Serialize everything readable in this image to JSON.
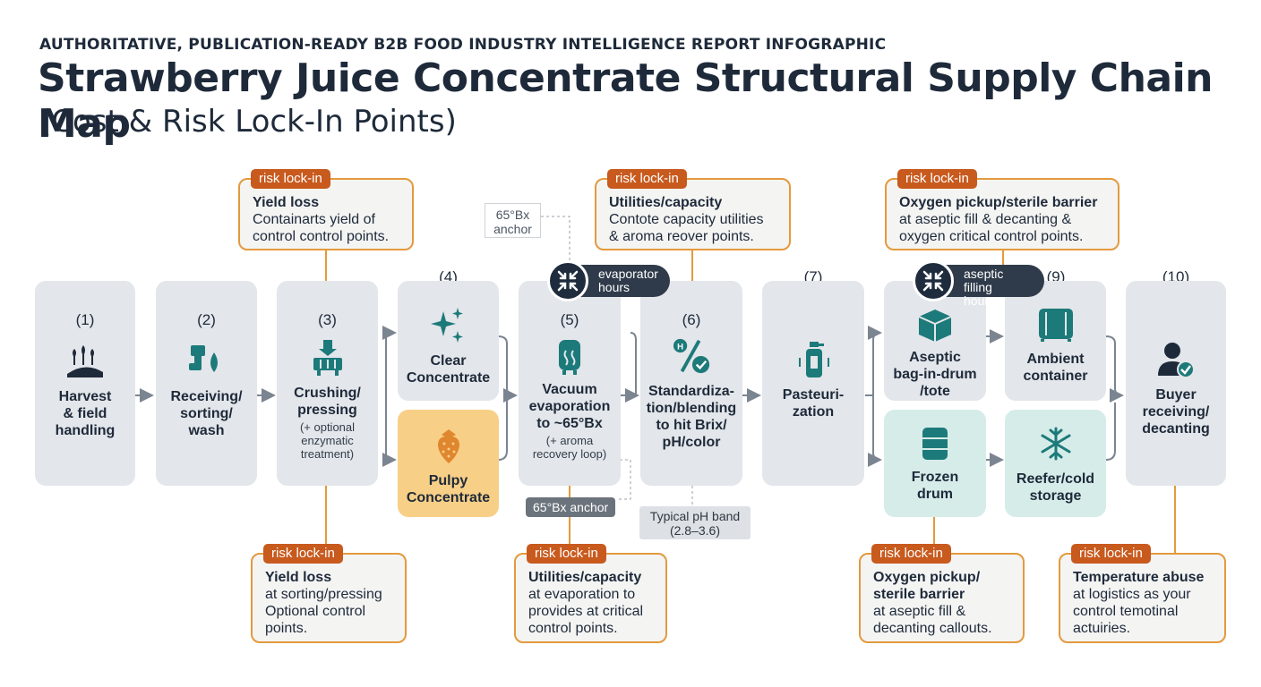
{
  "header": {
    "supertitle": "AUTHORITATIVE, PUBLICATION-READY B2B FOOD INDUSTRY INTELLIGENCE REPORT INFOGRAPHIC",
    "title": "Strawberry Juice Concentrate Structural Supply Chain Map",
    "subtitle": "(Cost & Risk Lock-In Points)"
  },
  "stages": [
    {
      "num": "(1)",
      "label": "Harvest\n& field\nhandling",
      "icon": "crop-field-icon"
    },
    {
      "num": "(2)",
      "label": "Receiving/\nsorting/\nwash",
      "icon": "wash-drop-icon"
    },
    {
      "num": "(3)",
      "label": "Crushing/\npressing",
      "note": "(+ optional\nenzymatic\ntreatment)",
      "icon": "press-icon"
    },
    {
      "num": "(4)",
      "label": "Clear\nConcentrate",
      "icon": "sparkle-icon"
    },
    {
      "label": "Pulpy\nConcentrate",
      "icon": "strawberry-icon"
    },
    {
      "num": "(5)",
      "label": "Vacuum\nevaporation\nto ~65°Bx",
      "note": "(+ aroma\nrecovery loop)",
      "icon": "evaporator-icon"
    },
    {
      "num": "(6)",
      "label": "Standardiza-\ntion/blending\nto hit Brix/\npH/color",
      "icon": "percent-check-icon"
    },
    {
      "num": "(7)",
      "label": "Pasteuri-\nzation",
      "icon": "bottle-icon"
    },
    {
      "label": "Aseptic\nbag-in-drum\n/tote",
      "icon": "box-icon"
    },
    {
      "label": "Frozen\ndrum",
      "icon": "drum-icon"
    },
    {
      "num": "(9)",
      "label": "Ambient\ncontainer",
      "icon": "container-icon"
    },
    {
      "label": "Reefer/cold\nstorage",
      "icon": "snowflake-icon"
    },
    {
      "num": "(10)",
      "label": "Buyer\nreceiving/\ndecanting",
      "icon": "user-check-icon"
    }
  ],
  "callouts": [
    {
      "tag": "risk lock-in",
      "head": "Yield loss",
      "body": "Containarts yield of\ncontrol control points."
    },
    {
      "tag": "risk lock-in",
      "head": "Utilities/capacity",
      "body": "Contote capacity utilities\n& aroma reover points."
    },
    {
      "tag": "risk lock-in",
      "head": "Oxygen pickup/sterile barrier",
      "body": "at aseptic fill & decanting &\noxygen critical control points."
    },
    {
      "tag": "risk lock-in",
      "head": "Yield loss",
      "body": "at sorting/pressing\nOptional control\npoints."
    },
    {
      "tag": "risk lock-in",
      "head": "Utilities/capacity",
      "body": "at evaporation to\nprovides at critical\ncontrol points."
    },
    {
      "tag": "risk lock-in",
      "head": "Oxygen pickup/\nsterile barrier",
      "body": "at aseptic fill &\ndecanting callouts."
    },
    {
      "tag": "risk lock-in",
      "head": "Temperature abuse",
      "body": "at logistics as your\ncontrol temotinal\nactuiries."
    }
  ],
  "annotations": {
    "anchor_top": "65°Bx\nanchor",
    "anchor_bottom": "65°Bx anchor",
    "ph_band": "Typical pH band\n(2.8–3.6)",
    "evaporator_pill": "evaporator\nhours",
    "aseptic_pill": "aseptic filling\nhours"
  },
  "colors": {
    "stage_bg": "#e3e6ea",
    "pulpy_bg": "#f8cf86",
    "frozen_bg": "#d6ece9",
    "tag": "#c85a1e",
    "callout_border": "#e39a3d",
    "icon": "#1d7a7a",
    "text": "#1e2a3a"
  }
}
